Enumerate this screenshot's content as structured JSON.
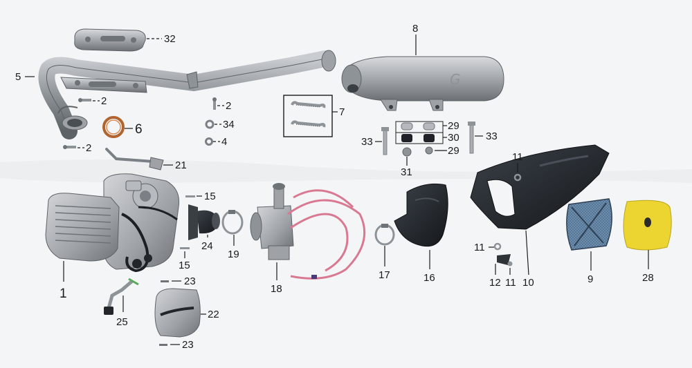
{
  "callouts": [
    {
      "id": "c32",
      "text": "32"
    },
    {
      "id": "c8",
      "text": "8"
    },
    {
      "id": "c5",
      "text": "5"
    },
    {
      "id": "c2a",
      "text": "2"
    },
    {
      "id": "c2b",
      "text": "2"
    },
    {
      "id": "c2c",
      "text": "2"
    },
    {
      "id": "c6",
      "text": "6"
    },
    {
      "id": "c7",
      "text": "7"
    },
    {
      "id": "c34",
      "text": "34"
    },
    {
      "id": "c4",
      "text": "4"
    },
    {
      "id": "c29a",
      "text": "29"
    },
    {
      "id": "c30",
      "text": "30"
    },
    {
      "id": "c29b",
      "text": "29"
    },
    {
      "id": "c33a",
      "text": "33"
    },
    {
      "id": "c33b",
      "text": "33"
    },
    {
      "id": "c31",
      "text": "31"
    },
    {
      "id": "c21",
      "text": "21"
    },
    {
      "id": "c11a",
      "text": "11"
    },
    {
      "id": "c15a",
      "text": "15"
    },
    {
      "id": "c15b",
      "text": "15"
    },
    {
      "id": "c24",
      "text": "24"
    },
    {
      "id": "c19",
      "text": "19"
    },
    {
      "id": "c18",
      "text": "18"
    },
    {
      "id": "c17",
      "text": "17"
    },
    {
      "id": "c16",
      "text": "16"
    },
    {
      "id": "c11b",
      "text": "11"
    },
    {
      "id": "c12",
      "text": "12"
    },
    {
      "id": "c11c",
      "text": "11"
    },
    {
      "id": "c10",
      "text": "10"
    },
    {
      "id": "c9",
      "text": "9"
    },
    {
      "id": "c28",
      "text": "28"
    },
    {
      "id": "c1",
      "text": "1"
    },
    {
      "id": "c23a",
      "text": "23"
    },
    {
      "id": "c22",
      "text": "22"
    },
    {
      "id": "c25",
      "text": "25"
    },
    {
      "id": "c23b",
      "text": "23"
    }
  ],
  "colors": {
    "background": "#f4f5f6",
    "metal": "#a9adb2",
    "metal_dark": "#6e7378",
    "black_plastic": "#22262b",
    "filter_blue": "#6f8fb0",
    "foam_yellow": "#ecd431",
    "fuel_hose": "#d97891",
    "gasket_copper": "#b0642f"
  }
}
